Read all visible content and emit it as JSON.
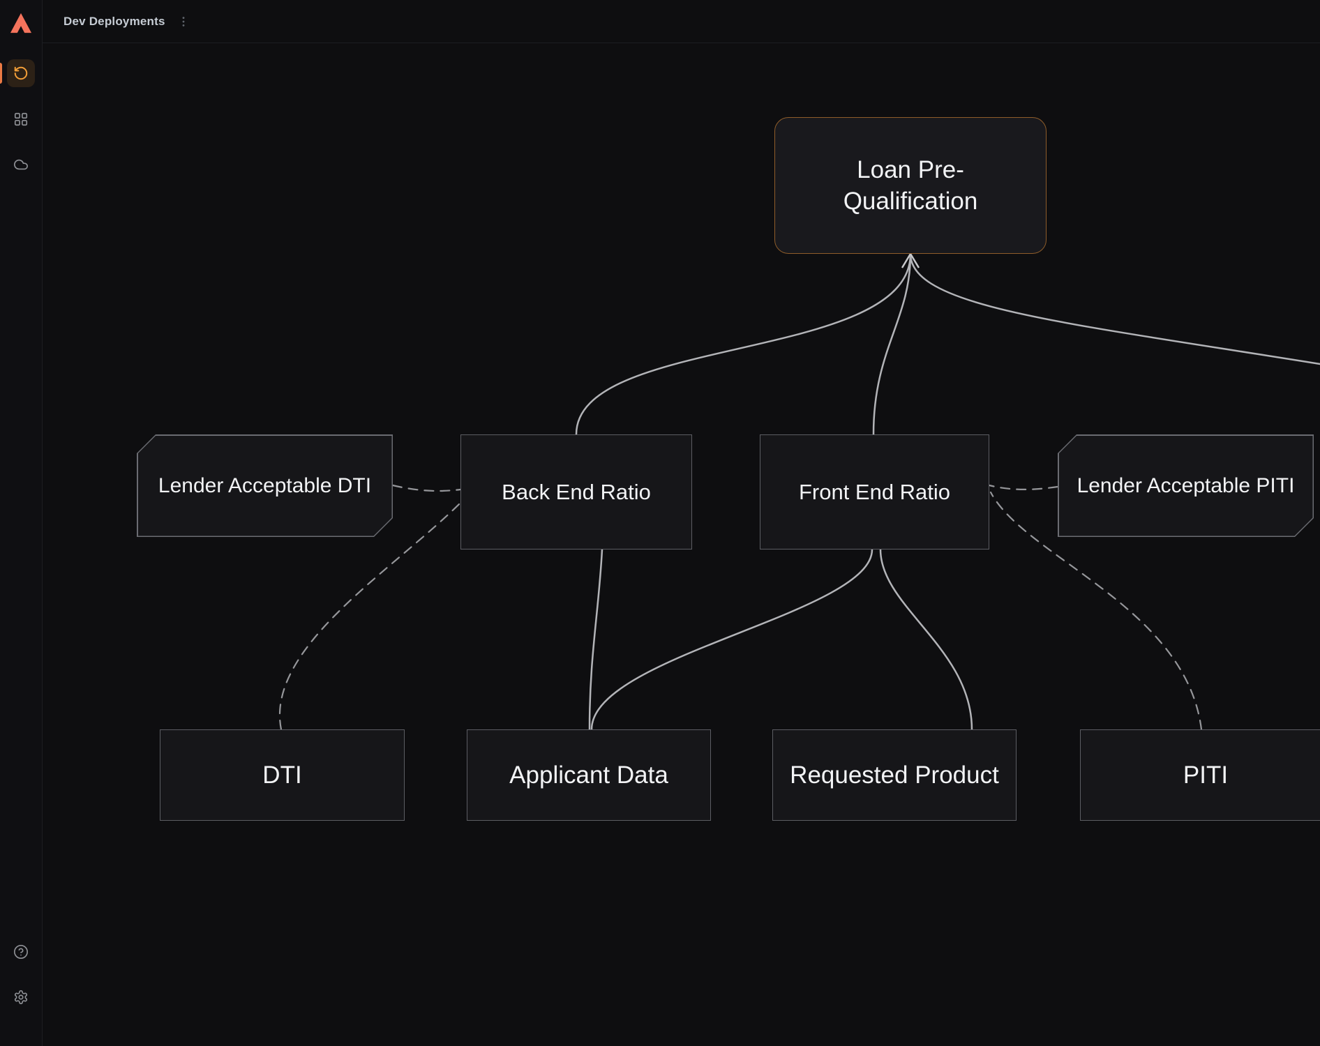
{
  "header": {
    "title": "Dev Deployments",
    "menu_icon": "kebab-vertical-icon"
  },
  "sidebar": {
    "logo_icon": "arize-logo-icon",
    "items": [
      {
        "icon": "history-icon",
        "active": true
      },
      {
        "icon": "apps-grid-icon",
        "active": false
      },
      {
        "icon": "cloud-icon",
        "active": false
      }
    ],
    "footer_items": [
      {
        "icon": "help-icon"
      },
      {
        "icon": "settings-gear-icon"
      }
    ]
  },
  "canvas": {
    "nodes": {
      "loan_pq": {
        "label": "Loan Pre-Qualification",
        "shape": "rounded-rect",
        "accent": "orange"
      },
      "lender_dti": {
        "label": "Lender Acceptable DTI",
        "shape": "beveled-rect"
      },
      "back_end_ratio": {
        "label": "Back End Ratio",
        "shape": "rect"
      },
      "front_end_ratio": {
        "label": "Front End Ratio",
        "shape": "rect"
      },
      "lender_piti": {
        "label": "Lender Acceptable PITI",
        "shape": "beveled-rect"
      },
      "dti": {
        "label": "DTI",
        "shape": "rect"
      },
      "applicant_data": {
        "label": "Applicant Data",
        "shape": "rect"
      },
      "requested_product": {
        "label": "Requested Product",
        "shape": "rect"
      },
      "piti": {
        "label": "PITI",
        "shape": "rect"
      }
    },
    "edges": [
      {
        "from": "back_end_ratio",
        "to": "loan_pq",
        "style": "solid",
        "arrow": true
      },
      {
        "from": "front_end_ratio",
        "to": "loan_pq",
        "style": "solid",
        "arrow": true
      },
      {
        "from": "offscreen_right",
        "to": "loan_pq",
        "style": "solid",
        "arrow": true
      },
      {
        "from": "applicant_data",
        "to": "back_end_ratio",
        "style": "solid",
        "arrow": false
      },
      {
        "from": "applicant_data",
        "to": "front_end_ratio",
        "style": "solid",
        "arrow": false
      },
      {
        "from": "requested_product",
        "to": "front_end_ratio",
        "style": "solid",
        "arrow": false
      },
      {
        "from": "lender_dti",
        "to": "back_end_ratio",
        "style": "dashed",
        "arrow": false
      },
      {
        "from": "dti",
        "to": "back_end_ratio",
        "style": "dashed",
        "arrow": false
      },
      {
        "from": "lender_piti",
        "to": "front_end_ratio",
        "style": "dashed",
        "arrow": false
      },
      {
        "from": "piti",
        "to": "front_end_ratio",
        "style": "dashed",
        "arrow": false
      }
    ]
  },
  "ui": {
    "colors": {
      "background": "#0E0E10",
      "node_fill": "#161619",
      "node_border": "#5C5D63",
      "loan_node_border": "#8F5D2A",
      "edge_solid": "#B3B4B8",
      "edge_dashed": "#96979B",
      "accent_orange": "#F29E38",
      "indicator_orange": "#EA7A44",
      "logo_coral": "#F4735C",
      "title_text": "#C6CCD4",
      "node_text": "#F2F3F5"
    }
  }
}
